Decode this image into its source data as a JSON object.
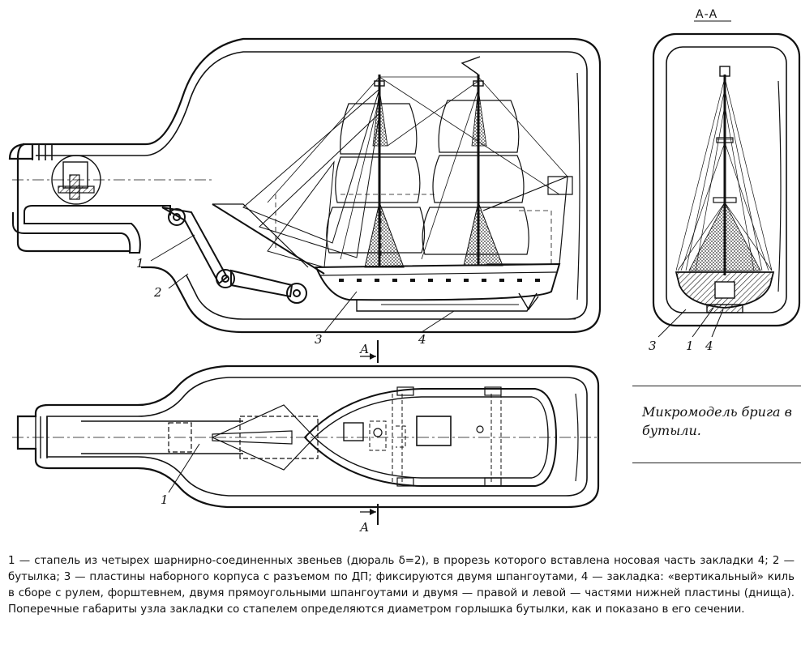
{
  "section_title": "А-А",
  "section_arrow_label_top": "А",
  "section_arrow_label_bottom": "А",
  "side_view_labels": {
    "stapel": "1",
    "bottle": "2",
    "hull_plates": "3",
    "insert": "4"
  },
  "section_view_labels": {
    "hull_plates": "3",
    "stapel": "1",
    "insert": "4"
  },
  "plan_view_labels": {
    "stapel": "1"
  },
  "caption": "Микромодель брига в бутыли.",
  "legend": "1 — стапель из четырех шарнирно-соединенных звеньев (дюраль δ=2), в прорезь которого вставлена носовая часть закладки 4; 2 — бутылка; 3 — пластины наборного корпуса с разъемом по ДП; фиксируются двумя шпангоутами, 4 — закладка: «вертикальный» киль в сборе с рулем, форштевнем, двумя прямоугольными шпангоутами и двумя — правой и левой — частями нижней пластины (днища). Поперечные габариты узла закладки со стапелем определяются диаметром горлышка бутылки, как и показано в его сечении."
}
